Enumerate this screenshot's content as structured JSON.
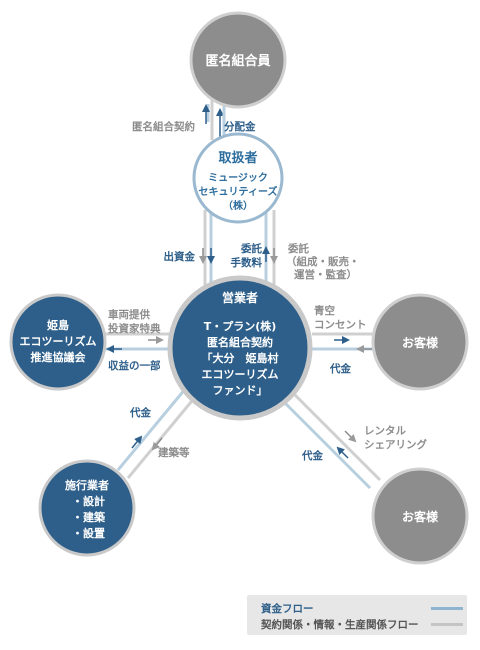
{
  "nodes": {
    "anonymous_members": "匿名組合員",
    "handler": {
      "title": "取扱者",
      "lines": [
        "ミュージック",
        "セキュリティーズ",
        "（株）"
      ]
    },
    "operator": {
      "title": "営業者",
      "lines": [
        "T・プラン(株)",
        "匿名組合契約",
        "「大分　姫島村",
        "エコツーリズム",
        "ファンド」"
      ]
    },
    "association": {
      "lines": [
        "姫島",
        "エコツーリズム",
        "推進協議会"
      ]
    },
    "contractor": {
      "lines": [
        "施行業者",
        "・設計",
        "・建築",
        "・設置"
      ]
    },
    "customer_1": "お客様",
    "customer_2": "お客様"
  },
  "labels": {
    "tokumei_contract": "匿名組合契約",
    "distribution": "分配金",
    "investment": "出資金",
    "commission_fee": [
      "委託",
      "手数料"
    ],
    "consignment": [
      "委託",
      "（組成・販売・",
      "運営・監査）"
    ],
    "vehicle_offer": [
      "車両提供",
      "投資家特典"
    ],
    "profit_share": "収益の一部",
    "aozora_outlet": [
      "青空",
      "コンセント"
    ],
    "payment_customer1": "代金",
    "rental_sharing": [
      "レンタル",
      "シェアリング"
    ],
    "payment_customer2": "代金",
    "payment_contractor": "代金",
    "construction": "建築等"
  },
  "legend": {
    "money_flow": "資金フロー",
    "contract_flow": "契約関係・情報・生産関係フロー"
  },
  "colors": {
    "dark_blue": "#2e5f8a",
    "gray_node": "#8d8d8d",
    "ring": "#c9c9c9",
    "money_line": "#8fb4cf",
    "contract_line": "#c4c4c4"
  }
}
